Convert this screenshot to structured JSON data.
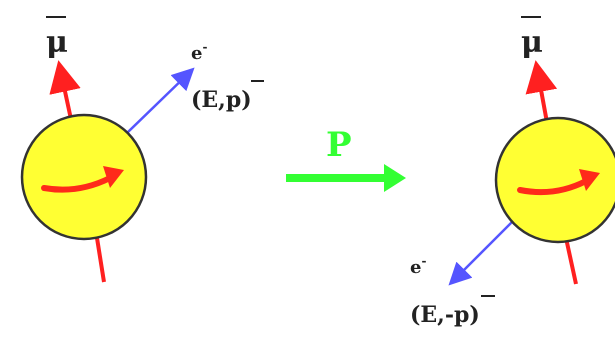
{
  "left_state": {
    "spin_label": "μ",
    "electron_label": "e",
    "electron_charge": "-",
    "kinematics": "(E,p)",
    "momentum_sign": "",
    "momentum_vector": "p"
  },
  "transformation": {
    "label": "P"
  },
  "right_state": {
    "spin_label": "μ",
    "electron_label": "e",
    "electron_charge": "-",
    "kinematics": "(E,-p)",
    "momentum_sign": "-",
    "momentum_vector": "p"
  },
  "colors": {
    "nucleus_fill": "#ffff33",
    "nucleus_outline": "#333333",
    "spin_arrow": "#ff2020",
    "rotation_arrow": "#ff2a1a",
    "electron_arrow": "#5555ff",
    "parity_arrow": "#33ff33",
    "text": "#222222"
  }
}
